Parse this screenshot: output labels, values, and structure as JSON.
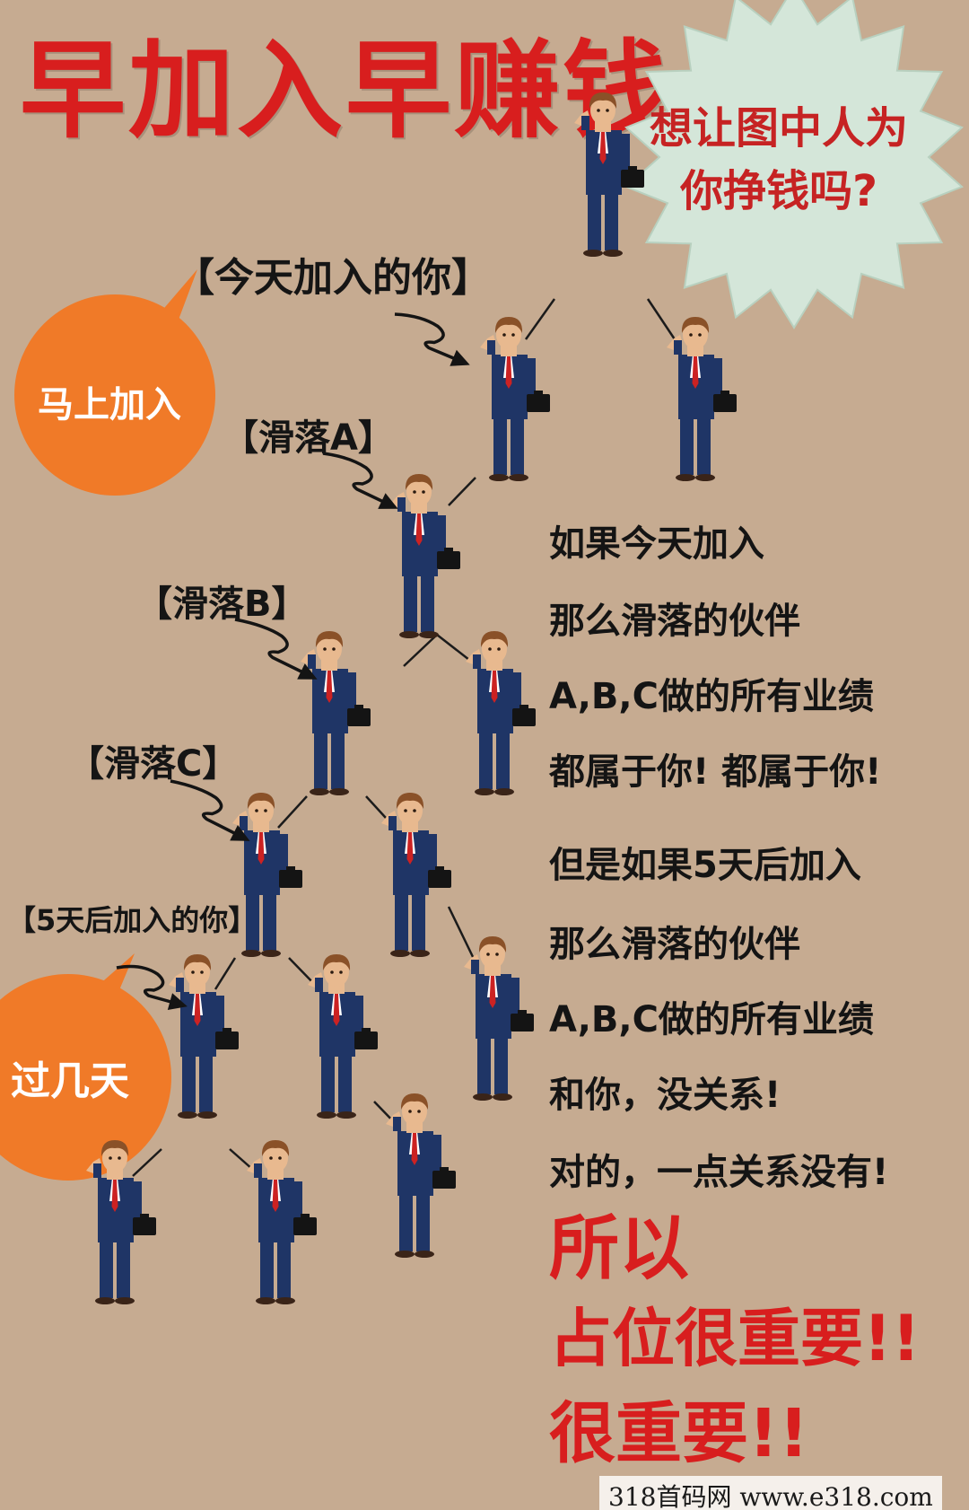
{
  "poster": {
    "title": "早加入早赚钱",
    "burst": {
      "line1": "想让图中人为",
      "line2": "你挣钱吗?"
    },
    "bubbles": {
      "join_now": "马上加入",
      "few_days": "过几天"
    },
    "labels": {
      "today_you": "【今天加入的你】",
      "slide_a": "【滑落A】",
      "slide_b": "【滑落B】",
      "slide_c": "【滑落C】",
      "five_days_you": "【5天后加入的你】"
    },
    "block1": [
      "如果今天加入",
      "那么滑落的伙伴",
      "A,B,C做的所有业绩",
      "都属于你! 都属于你!"
    ],
    "block2": [
      "但是如果5天后加入",
      "那么滑落的伙伴",
      "A,B,C做的所有业绩",
      "和你，没关系!",
      "对的，一点关系没有!"
    ],
    "conclusion": {
      "line1": "所以",
      "line2": "占位很重要!!",
      "line3": "很重要!!"
    },
    "site_label": "318首码网   www.e318.com"
  },
  "colors": {
    "background": "#c6ab91",
    "title_red": "#d81e1e",
    "burst_fill": "#d4e6d9",
    "bubble_orange": "#f07a28",
    "suit_navy": "#1f3566",
    "tie_red": "#cc2222"
  },
  "icons": {
    "person": "businessman-with-briefcase-icon",
    "arrow": "loop-arrow-icon"
  }
}
